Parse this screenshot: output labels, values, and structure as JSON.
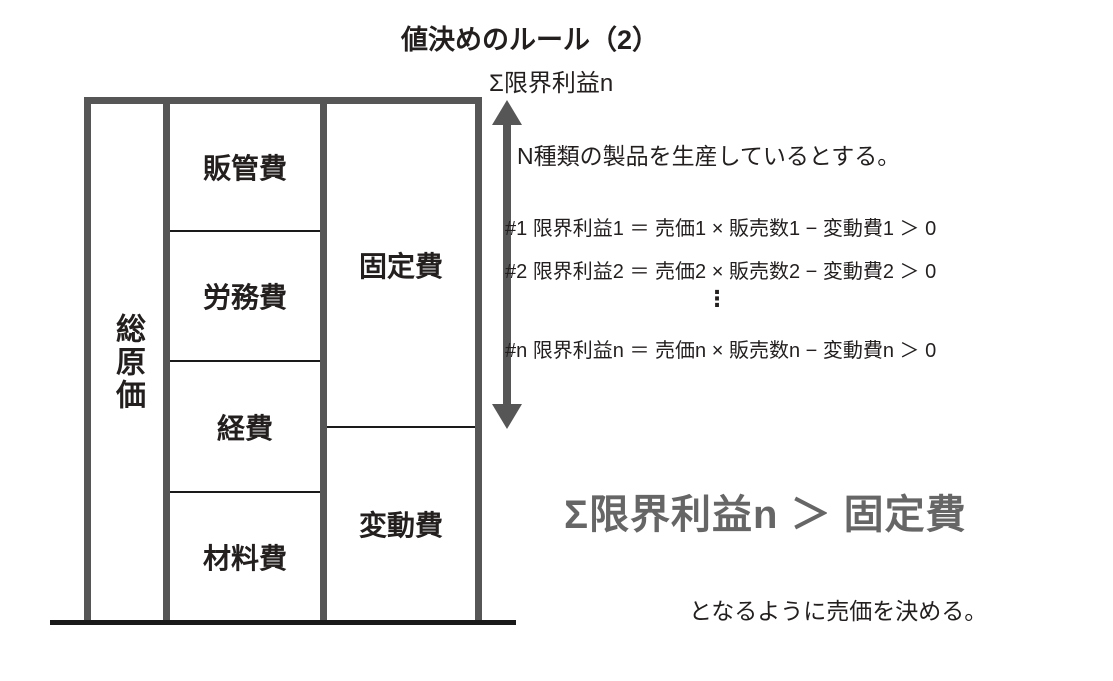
{
  "title": "値決めのルール（2）",
  "colors": {
    "border_gray": "#565656",
    "baseline_black": "#1a1a1a",
    "text_black": "#231f1f",
    "emphasis_gray": "#666666"
  },
  "diagram": {
    "total_cost_label": "総原価",
    "cost_segments": [
      "販管費",
      "労務費",
      "経費",
      "材料費"
    ],
    "classification_segments": [
      "固定費",
      "変動費"
    ],
    "arrow_label": "Σ限界利益n"
  },
  "notes": {
    "assumption": "N種類の製品を生産しているとする。",
    "equations": [
      "#1 限界利益1 ＝ 売価1 × 販売数1 − 変動費1 ＞ 0",
      "#2 限界利益2 ＝ 売価2 × 販売数2 − 変動費2 ＞ 0",
      "#n 限界利益n ＝ 売価n × 販売数n − 変動費n ＞ 0"
    ],
    "ellipsis": "⋮",
    "conclusion": "Σ限界利益n ＞ 固定費",
    "closing": "となるように売価を決める。"
  }
}
